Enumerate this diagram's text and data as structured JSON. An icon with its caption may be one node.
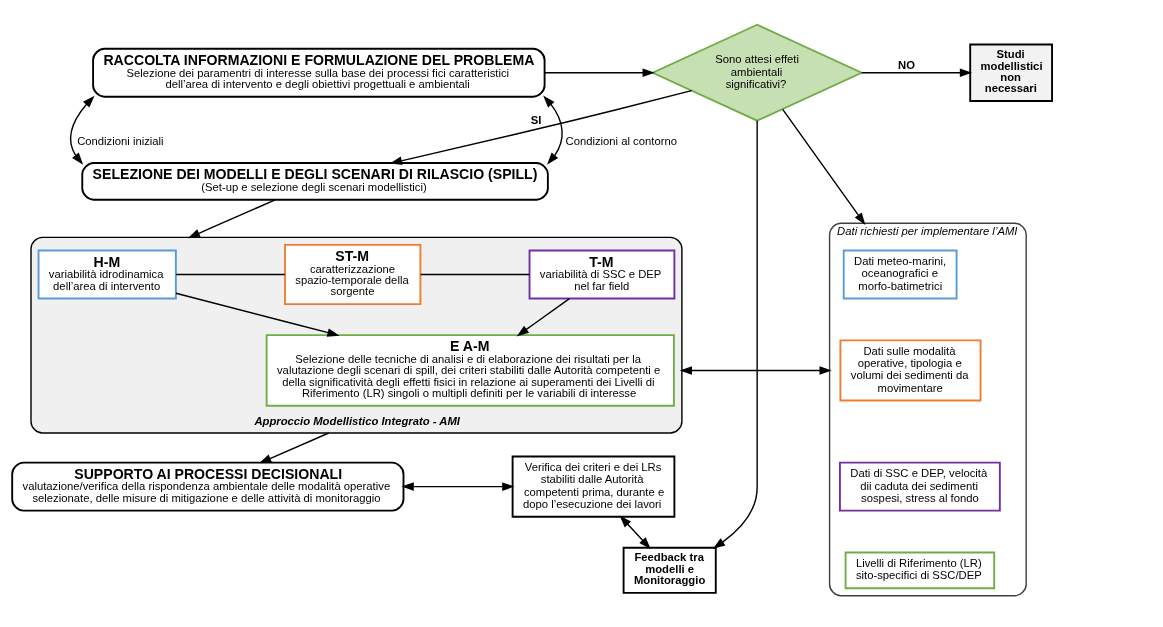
{
  "diagram": {
    "nodes": [
      {
        "text": [
          "RACCOLTA INFORMAZIONI E FORMULAZIONE DEL PROBLEMA",
          "Selezione dei paramentri di interesse sulla base dei processi fici caratteristici dell’area di intervento e degli obiettivi progettuali e ambientali"
        ]
      },
      {
        "text": [
          "Sono attesi effeti ambientali significativi?"
        ]
      },
      {
        "text": [
          "Studi modellistici non necessari"
        ]
      },
      {
        "text": [
          "SELEZIONE DEI MODELLI E DEGLI SCENARI DI RILASCIO (SPILL)",
          "(Set-up e selezione degli scenari modellistici)"
        ]
      },
      {
        "text": [
          "Approccio Modellistico Integrato - AMI"
        ]
      },
      {
        "text": [
          "H-M",
          "variabilità idrodinamica dell’area di intervento"
        ],
        "in": 4
      },
      {
        "text": [
          "ST-M",
          "caratterizzazione spazio-temporale della sorgente"
        ],
        "in": 4
      },
      {
        "text": [
          "T-M",
          "variabilità di SSC e DEP nel far field"
        ],
        "in": 4
      },
      {
        "text": [
          "E A-M",
          "Selezione delle tecniche di analisi e di elaborazione dei risultati per la valutazione degli scenari di spill, dei criteri stabiliti dalle Autorità competenti e della significatività degli effetti fisici in relazione ai superamenti dei Livelli di Riferimento (LR) singoli o multipli definiti per le variabili di interesse"
        ],
        "in": 4
      },
      {
        "text": [
          "Dati richiesti per implementare l’AMI"
        ]
      },
      {
        "text": [
          "Dati meteo-marini, oceanografici e morfo-batimetrici"
        ],
        "in": 9
      },
      {
        "text": [
          "Dati sulle modalità operative, tipologia e volumi dei sedimenti da movimentare"
        ],
        "in": 9
      },
      {
        "text": [
          "Dati di SSC e DEP, velocità dii caduta dei sedimenti sospesi, stress al fondo"
        ],
        "in": 9
      },
      {
        "text": [
          "Livelli di Riferimento (LR) sito-specifici di SSC/DEP"
        ],
        "in": 9
      },
      {
        "text": [
          "Feedback tra modelli e Monitoraggio"
        ]
      },
      {
        "text": [
          "SUPPORTO AI PROCESSI DECISIONALI",
          "valutazione/verifica della rispondenza ambientale delle modalità operative selezionate, delle misure di mitigazione e delle attività di monitoraggio"
        ]
      },
      {
        "text": [
          "Verifica dei criteri e dei LRs stabiliti dalle Autorità competenti prima, durante e dopo l’esecuzione dei lavori"
        ]
      }
    ],
    "edges": [
      {
        "from": 0,
        "to": 1,
        "arrow": "to"
      },
      {
        "from": 1,
        "to": 2,
        "arrow": "to",
        "label": "NO"
      },
      {
        "from": 0,
        "to": 3,
        "arrow": "both",
        "label": "Condizioni iniziali"
      },
      {
        "from": 0,
        "to": 3,
        "arrow": "both",
        "label": "Condizioni al contorno"
      },
      {
        "from": 1,
        "to": 3,
        "arrow": "to",
        "label": "SI"
      },
      {
        "from": 1,
        "to": 9,
        "arrow": "to"
      },
      {
        "from": 1,
        "to": 14,
        "arrow": "to"
      },
      {
        "from": 3,
        "to": 4,
        "arrow": "to"
      },
      {
        "from": 5,
        "to": 6,
        "arrow": "none"
      },
      {
        "from": 6,
        "to": 7,
        "arrow": "none"
      },
      {
        "from": 5,
        "to": 8,
        "arrow": "to"
      },
      {
        "from": 7,
        "to": 8,
        "arrow": "to"
      },
      {
        "from": 4,
        "to": 9,
        "arrow": "both"
      },
      {
        "from": 4,
        "to": 15,
        "arrow": "to"
      },
      {
        "from": 15,
        "to": 16,
        "arrow": "both"
      },
      {
        "from": 16,
        "to": 14,
        "arrow": "both"
      }
    ]
  }
}
